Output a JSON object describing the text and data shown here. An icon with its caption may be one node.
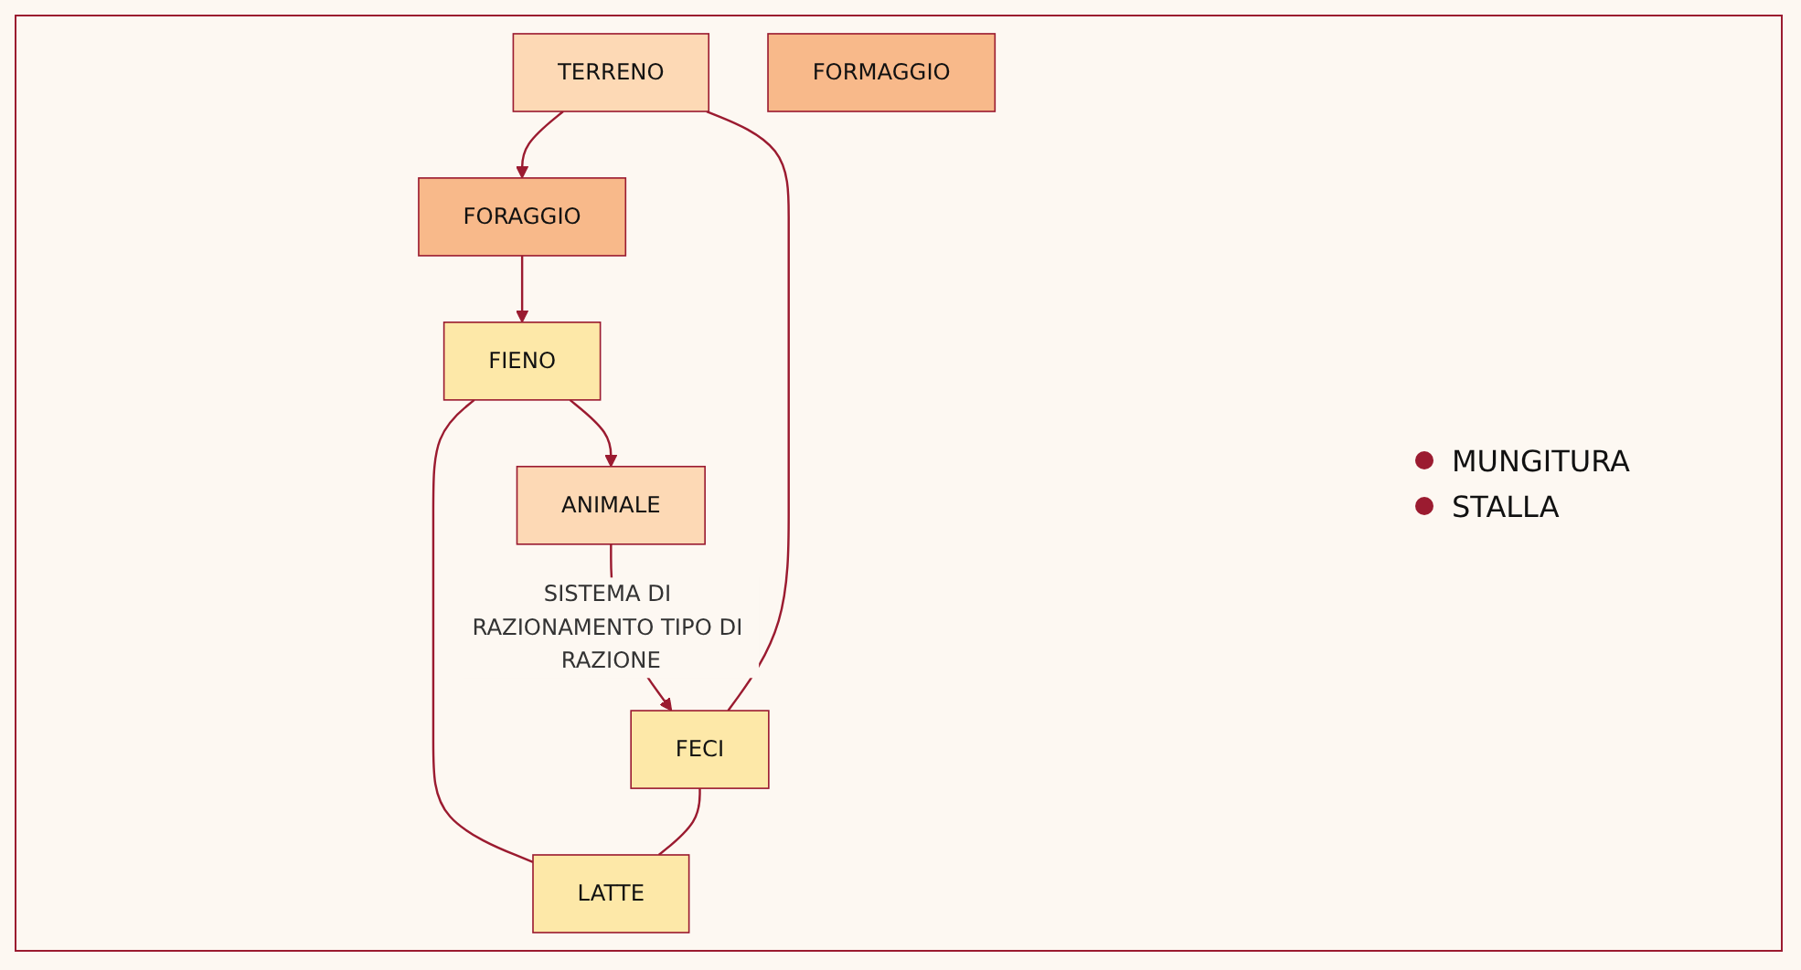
{
  "diagram": {
    "nodes": [
      {
        "text": [
          "TERRENO"
        ]
      },
      {
        "text": [
          "FORAGGIO"
        ]
      },
      {
        "text": [
          "FORMAGGIO"
        ]
      },
      {
        "text": [
          "FIENO"
        ]
      },
      {
        "text": [
          "LATTE"
        ]
      },
      {
        "text": [
          "ANIMALE"
        ]
      },
      {
        "text": [
          "FECI"
        ]
      }
    ],
    "edges": [
      {
        "from": 0,
        "to": 1,
        "arrow": "to"
      },
      {
        "from": 1,
        "to": 3,
        "arrow": "to"
      },
      {
        "from": 3,
        "to": 5,
        "arrow": "to"
      },
      {
        "from": 5,
        "to": 6,
        "arrow": "to",
        "label": "SISTEMA DI RAZIONAMENTO TIPO DI RAZIONE"
      },
      {
        "from": 6,
        "to": 0,
        "arrow": "none"
      },
      {
        "from": 3,
        "to": 4,
        "arrow": "none"
      },
      {
        "from": 6,
        "to": 4,
        "arrow": "none"
      }
    ],
    "labels": [
      "MUNGITURA",
      "STALLA"
    ]
  }
}
